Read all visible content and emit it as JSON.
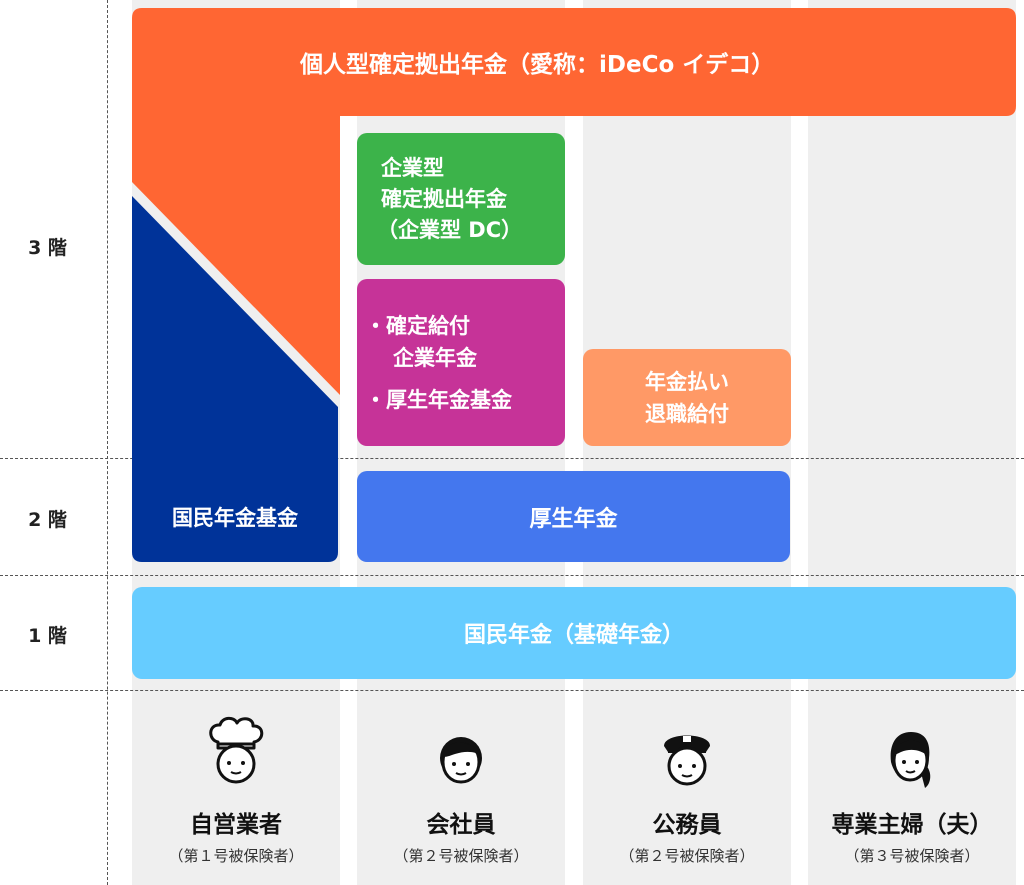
{
  "floors": {
    "third": "3 階",
    "second": "2 階",
    "first": "1 階"
  },
  "tier3": {
    "ideco": "個人型確定拠出年金（愛称：iDeCo イデコ）",
    "corporate_dc_line1": "企業型",
    "corporate_dc_line2": "確定拠出年金",
    "corporate_dc_line3": "（企業型 DC）",
    "db_line1": "・確定給付",
    "db_line2": "企業年金",
    "db_line3": "・厚生年金基金",
    "retire_line1": "年金払い",
    "retire_line2": "退職給付"
  },
  "tier2": {
    "national_fund": "国民年金基金",
    "employees_pension": "厚生年金"
  },
  "tier1": {
    "national_pension": "国民年金（基礎年金）"
  },
  "people": [
    {
      "name": "自営業者",
      "sub": "（第１号被保険者）",
      "icon": "chef-icon"
    },
    {
      "name": "会社員",
      "sub": "（第２号被保険者）",
      "icon": "office-worker-icon"
    },
    {
      "name": "公務員",
      "sub": "（第２号被保険者）",
      "icon": "officer-icon"
    },
    {
      "name": "専業主婦（夫）",
      "sub": "（第３号被保険者）",
      "icon": "homemaker-icon"
    }
  ],
  "colors": {
    "ideco": "#ff6633",
    "national_fund": "#003399",
    "corporate_dc": "#3cb34a",
    "db": "#c63398",
    "retire": "#ff9966",
    "employees_pension": "#4477ee",
    "national_pension": "#66ccff"
  }
}
